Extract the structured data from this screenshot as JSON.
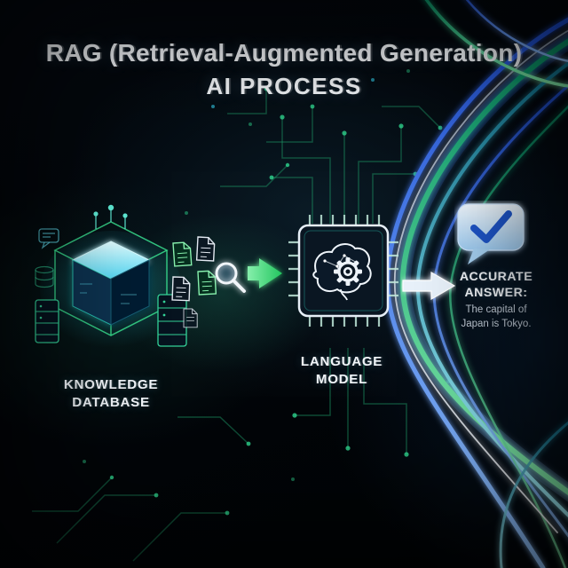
{
  "title": {
    "line1": "RAG (Retrieval-Augmented Generation)",
    "line2": "AI PROCESS"
  },
  "knowledge": {
    "label_line1": "KNOWLEDGE",
    "label_line2": "DATABASE"
  },
  "model": {
    "label_line1": "LANGUAGE",
    "label_line2": "MODEL"
  },
  "answer": {
    "heading_line1": "ACCURATE",
    "heading_line2": "ANSWER:",
    "body_line1": "The capital of",
    "body_line2": "Japan is Tokyo."
  },
  "colors": {
    "background": "#04090f",
    "accent_green": "#34d399",
    "accent_cyan": "#38e1ff",
    "accent_blue": "#3b82f6",
    "text": "#f5f8fb",
    "answer_body_text": "#c3cdd8",
    "check_blue": "#1e55c9"
  }
}
